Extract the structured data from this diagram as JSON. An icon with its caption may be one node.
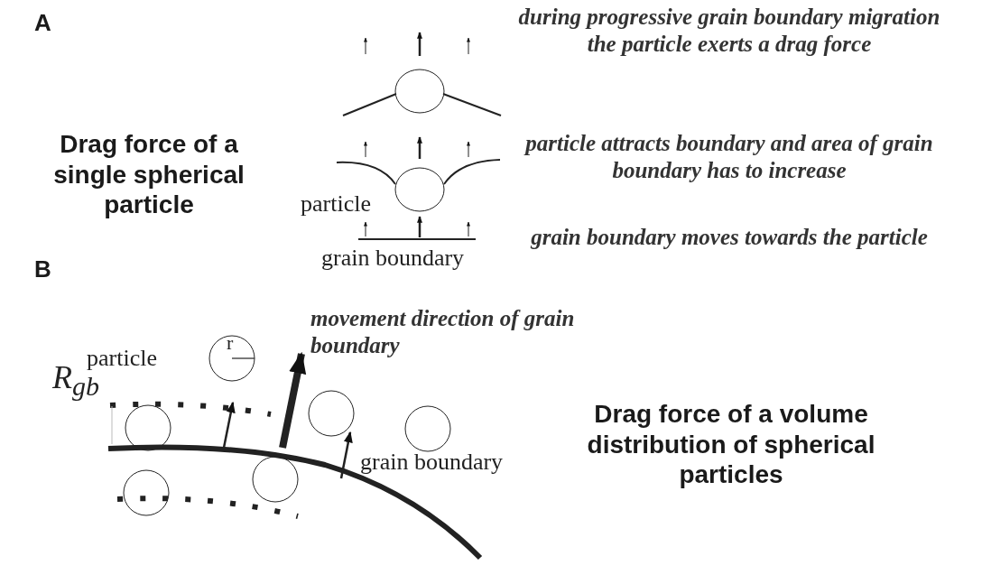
{
  "diagram": {
    "labels": [
      "A",
      "during progressive grain boundary migration the particle exerts a drag force",
      "Drag force of a single spherical particle",
      "particle attracts boundary and area of grain boundary has to increase",
      "particle",
      "grain boundary",
      "grain boundary moves towards the particle",
      "B",
      "movement direction of grain boundary",
      "particle",
      "r",
      "R$_{gb}$",
      "grain boundary",
      "Drag force of a volume distribution of spherical particles"
    ]
  }
}
